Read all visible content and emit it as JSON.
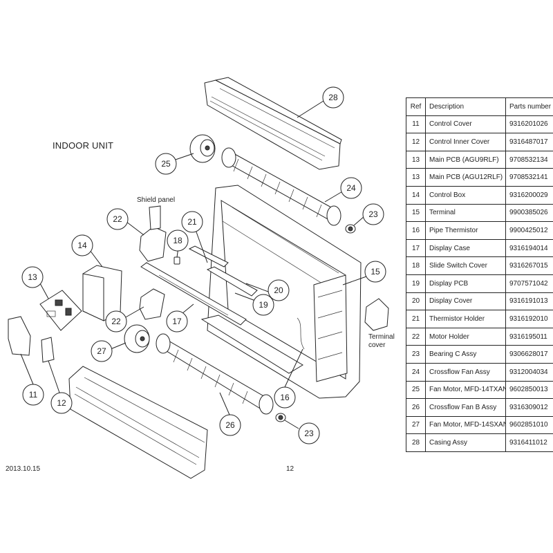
{
  "section_title": "INDOOR UNIT",
  "labels": {
    "shield_panel": "Shield panel",
    "terminal_cover_line1": "Terminal",
    "terminal_cover_line2": "cover"
  },
  "callouts": [
    "28",
    "25",
    "24",
    "23",
    "22",
    "21",
    "18",
    "14",
    "13",
    "15",
    "20",
    "19",
    "17",
    "22",
    "27",
    "11",
    "12",
    "26",
    "16",
    "23"
  ],
  "parts_table": {
    "headers": {
      "ref": "Ref",
      "description": "Description",
      "part_number": "Parts number"
    },
    "rows": [
      {
        "ref": "11",
        "description": "Control Cover",
        "part_number": "9316201026"
      },
      {
        "ref": "12",
        "description": "Control Inner Cover",
        "part_number": "9316487017"
      },
      {
        "ref": "13",
        "description": "Main PCB (AGU9RLF)",
        "part_number": "9708532134"
      },
      {
        "ref": "13",
        "description": "Main PCB (AGU12RLF)",
        "part_number": "9708532141"
      },
      {
        "ref": "14",
        "description": "Control Box",
        "part_number": "9316200029"
      },
      {
        "ref": "15",
        "description": "Terminal",
        "part_number": "9900385026"
      },
      {
        "ref": "16",
        "description": "Pipe Thermistor",
        "part_number": "9900425012"
      },
      {
        "ref": "17",
        "description": "Display Case",
        "part_number": "9316194014"
      },
      {
        "ref": "18",
        "description": "Slide Switch Cover",
        "part_number": "9316267015"
      },
      {
        "ref": "19",
        "description": "Display PCB",
        "part_number": "9707571042"
      },
      {
        "ref": "20",
        "description": "Display Cover",
        "part_number": "9316191013"
      },
      {
        "ref": "21",
        "description": "Thermistor Holder",
        "part_number": "9316192010"
      },
      {
        "ref": "22",
        "description": "Motor Holder",
        "part_number": "9316195011"
      },
      {
        "ref": "23",
        "description": "Bearing C Assy",
        "part_number": "9306628017"
      },
      {
        "ref": "24",
        "description": "Crossflow Fan Assy",
        "part_number": "9312004034"
      },
      {
        "ref": "25",
        "description": "Fan Motor, MFD-14TXAN",
        "part_number": "9602850013"
      },
      {
        "ref": "26",
        "description": "Crossflow Fan B Assy",
        "part_number": "9316309012"
      },
      {
        "ref": "27",
        "description": "Fan Motor, MFD-14SXAN",
        "part_number": "9602851010"
      },
      {
        "ref": "28",
        "description": "Casing Assy",
        "part_number": "9316411012"
      }
    ]
  },
  "footer": {
    "date": "2013.10.15",
    "page": "12"
  }
}
